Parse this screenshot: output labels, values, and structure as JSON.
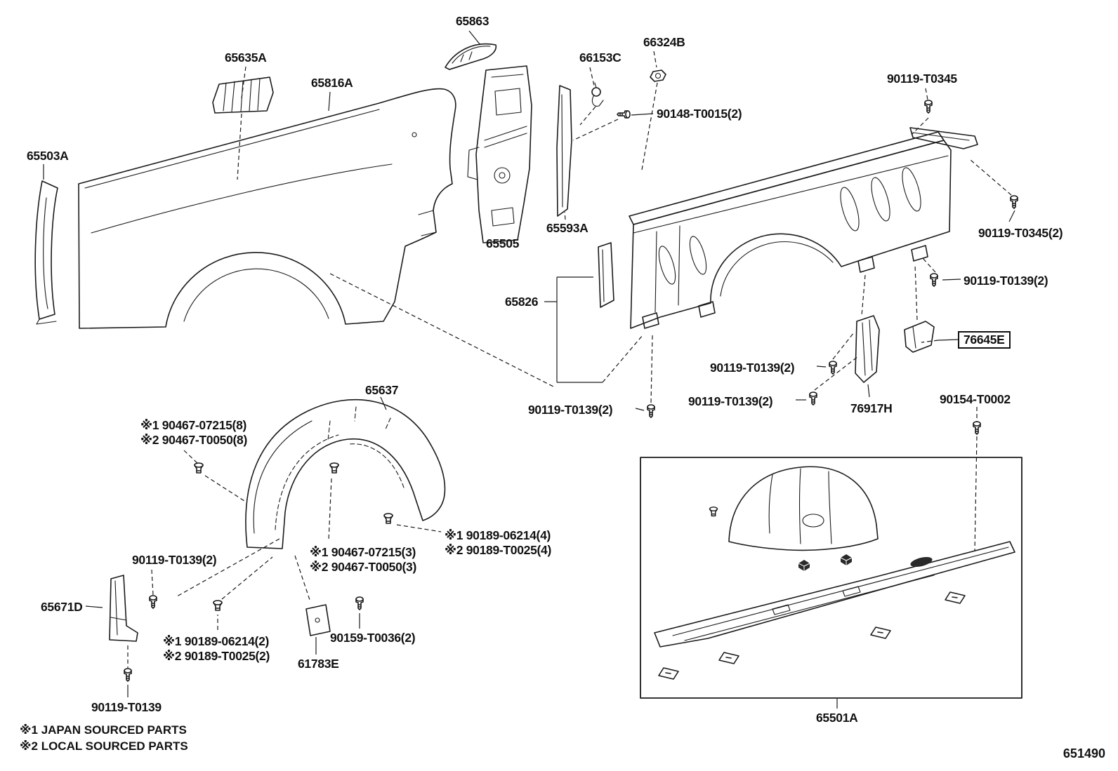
{
  "page": {
    "background": "#ffffff",
    "line_color": "#1a1a1a",
    "diagram_number": "651490"
  },
  "footnotes": [
    "※1 JAPAN SOURCED PARTS",
    "※2 LOCAL SOURCED PARTS"
  ],
  "labels": [
    {
      "text": "65863"
    },
    {
      "text": "65635A"
    },
    {
      "text": "65816A"
    },
    {
      "text": "66153C"
    },
    {
      "text": "66324B"
    },
    {
      "text": "90119-T0345"
    },
    {
      "text": "90148-T0015(2)"
    },
    {
      "text": "65503A"
    },
    {
      "text": "65593A"
    },
    {
      "text": "65505"
    },
    {
      "text": "90119-T0345(2)"
    },
    {
      "text": "90119-T0139(2)"
    },
    {
      "text": "65826"
    },
    {
      "text": "76645E"
    },
    {
      "text": "90119-T0139(2)"
    },
    {
      "text": "90119-T0139(2)"
    },
    {
      "text": "76917H"
    },
    {
      "text": "90154-T0002"
    },
    {
      "text": "90119-T0139(2)"
    },
    {
      "text": "65637"
    },
    {
      "text": "※1 90467-07215(8)"
    },
    {
      "text": "※2 90467-T0050(8)"
    },
    {
      "text": "※1 90189-06214(4)"
    },
    {
      "text": "※2 90189-T0025(4)"
    },
    {
      "text": "※1 90467-07215(3)"
    },
    {
      "text": "※2 90467-T0050(3)"
    },
    {
      "text": "90119-T0139(2)"
    },
    {
      "text": "65671D"
    },
    {
      "text": "※1 90189-06214(2)"
    },
    {
      "text": "※2 90189-T0025(2)"
    },
    {
      "text": "90159-T0036(2)"
    },
    {
      "text": "61783E"
    },
    {
      "text": "90119-T0139"
    },
    {
      "text": "65501A"
    }
  ]
}
